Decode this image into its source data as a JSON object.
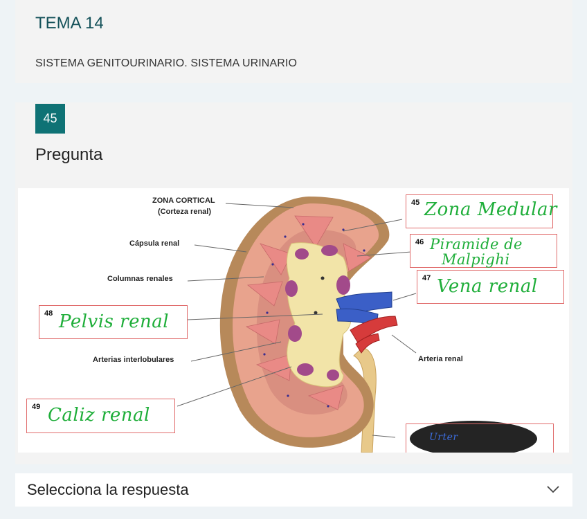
{
  "topic": {
    "title": "TEMA 14",
    "subtitle": "SISTEMA GENITOURINARIO. SISTEMA URINARIO"
  },
  "question": {
    "number": "45",
    "label": "Pregunta"
  },
  "diagram": {
    "labels": {
      "cortical_1": "ZONA CORTICAL",
      "cortical_2": "(Corteza renal)",
      "capsula": "Cápsula renal",
      "columnas": "Columnas renales",
      "arterias_inter": "Arterias interlobulares",
      "arteria_renal": "Arteria renal"
    },
    "boxes": {
      "b45": {
        "number": "45",
        "text": "Zona Medular"
      },
      "b46": {
        "number": "46",
        "text_1": "Piramide de",
        "text_2": "Malpighi"
      },
      "b47": {
        "number": "47",
        "text": "Vena renal"
      },
      "b48": {
        "number": "48",
        "text": "Pelvis renal"
      },
      "b49": {
        "number": "49",
        "text": "Caliz renal"
      },
      "ureter": {
        "text": "Urter"
      }
    }
  },
  "answer": {
    "placeholder": "Selecciona la respuesta"
  },
  "colors": {
    "accent": "#0f7275",
    "title": "#15525a",
    "handwriting": "#1fae3a",
    "box_border": "#e06a6a"
  }
}
